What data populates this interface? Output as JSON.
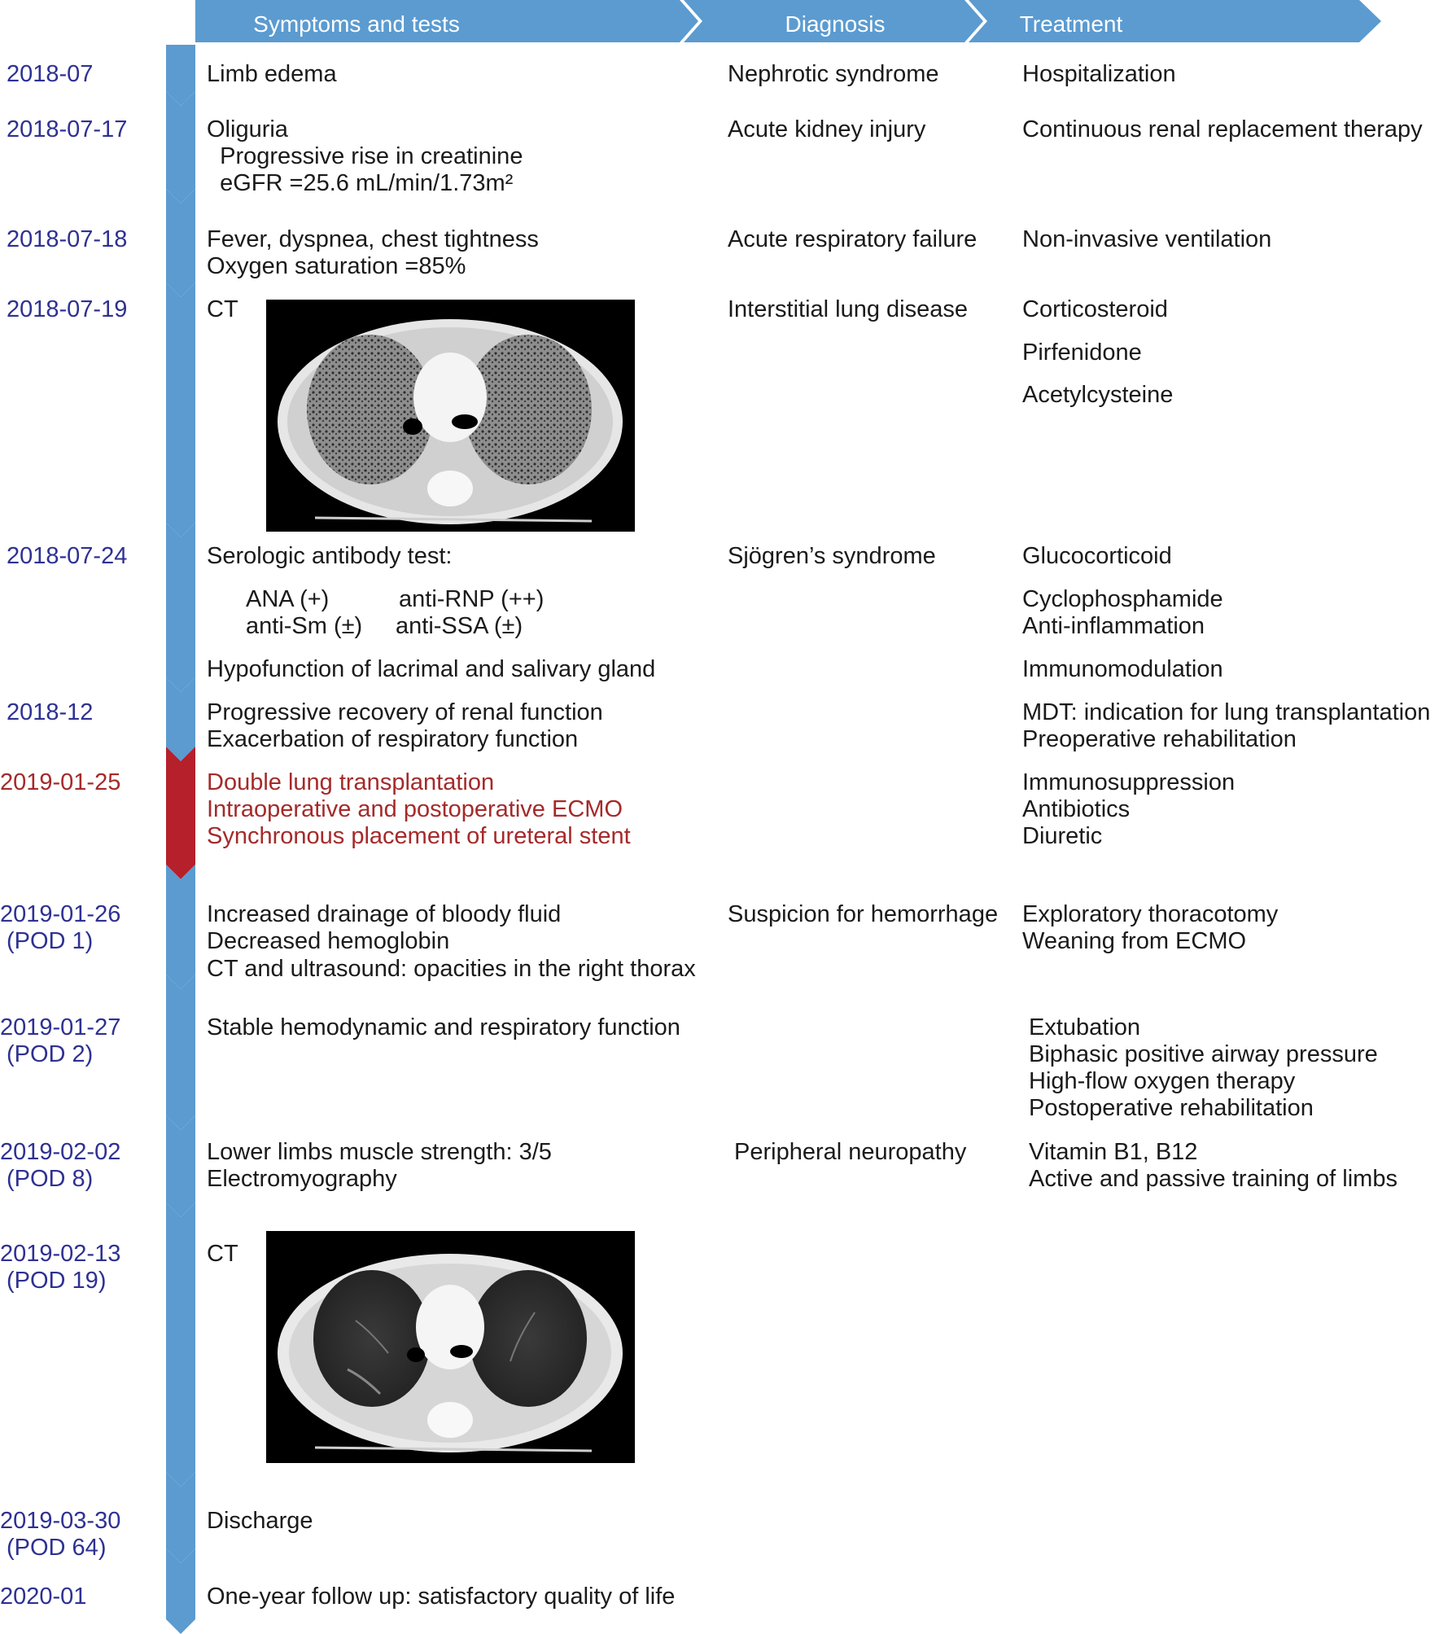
{
  "headers": {
    "symptoms": "Symptoms and tests",
    "diagnosis": "Diagnosis",
    "treatment": "Treatment"
  },
  "colors": {
    "arrow_blue": "#5b9bd0",
    "arrow_red": "#b5202a",
    "date_blue": "#2e3192",
    "highlight_red": "#a52a2a"
  },
  "rows": [
    {
      "date": "2018-07",
      "date2": "",
      "symptoms": [
        "Limb edema"
      ],
      "diagnosis": "Nephrotic syndrome",
      "treatment": [
        "Hospitalization"
      ]
    },
    {
      "date": "2018-07-17",
      "date2": "",
      "symptoms": [
        "Oliguria",
        "  Progressive rise in creatinine",
        "  eGFR =25.6 mL/min/1.73m²"
      ],
      "diagnosis": "Acute kidney injury",
      "treatment": [
        "Continuous renal replacement therapy"
      ]
    },
    {
      "date": "2018-07-18",
      "date2": "",
      "symptoms": [
        "Fever, dyspnea, chest tightness",
        "Oxygen saturation =85%"
      ],
      "diagnosis": "Acute respiratory failure",
      "treatment": [
        "Non-invasive ventilation"
      ]
    },
    {
      "date": "2018-07-19",
      "date2": "",
      "symptoms": [
        "CT"
      ],
      "diagnosis": "Interstitial lung disease",
      "treatment": [
        "Corticosteroid",
        "Pirfenidone",
        "Acetylcysteine"
      ]
    },
    {
      "date": "2018-07-24",
      "date2": "",
      "symptoms": [
        "Serologic antibody test:",
        "ANA (+)",
        "anti-RNP (++)",
        "anti-Sm (±)",
        "anti-SSA (±)",
        "Hypofunction of lacrimal and salivary gland"
      ],
      "diagnosis": "Sjögren’s syndrome",
      "treatment": [
        "Glucocorticoid",
        "Cyclophosphamide",
        "Anti-inflammation",
        "Immunomodulation"
      ]
    },
    {
      "date": "2018-12",
      "date2": "",
      "symptoms": [
        "Progressive recovery of renal function",
        "Exacerbation of respiratory function"
      ],
      "diagnosis": "",
      "treatment": [
        "MDT: indication for lung transplantation",
        "Preoperative rehabilitation"
      ]
    },
    {
      "date": "2019-01-25",
      "date2": "",
      "symptoms": [
        "Double lung transplantation",
        "Intraoperative and postoperative ECMO",
        "Synchronous placement of ureteral stent"
      ],
      "diagnosis": "",
      "treatment": [
        "Immunosuppression",
        "Antibiotics",
        "Diuretic"
      ]
    },
    {
      "date": "2019-01-26",
      "date2": "(POD 1)",
      "symptoms": [
        "Increased drainage of bloody fluid",
        "Decreased hemoglobin",
        "CT and ultrasound: opacities in the right thorax"
      ],
      "diagnosis": "Suspicion for hemorrhage",
      "treatment": [
        "Exploratory thoracotomy",
        "Weaning from ECMO"
      ]
    },
    {
      "date": "2019-01-27",
      "date2": "(POD 2)",
      "symptoms": [
        "Stable hemodynamic and respiratory function"
      ],
      "diagnosis": "",
      "treatment": [
        "Extubation",
        "Biphasic positive airway pressure",
        "High-flow oxygen therapy",
        "Postoperative rehabilitation"
      ]
    },
    {
      "date": "2019-02-02",
      "date2": "(POD 8)",
      "symptoms": [
        "Lower limbs muscle strength: 3/5",
        "Electromyography"
      ],
      "diagnosis": "Peripheral neuropathy",
      "treatment": [
        "Vitamin B1, B12",
        "Active and passive training of limbs"
      ]
    },
    {
      "date": "2019-02-13",
      "date2": "(POD 19)",
      "symptoms": [
        "CT"
      ],
      "diagnosis": "",
      "treatment": []
    },
    {
      "date": "2019-03-30",
      "date2": "(POD 64)",
      "symptoms": [
        "Discharge"
      ],
      "diagnosis": "",
      "treatment": []
    },
    {
      "date": "2020-01",
      "date2": "",
      "symptoms": [
        "One-year follow up: satisfactory quality of life"
      ],
      "diagnosis": "",
      "treatment": []
    }
  ]
}
